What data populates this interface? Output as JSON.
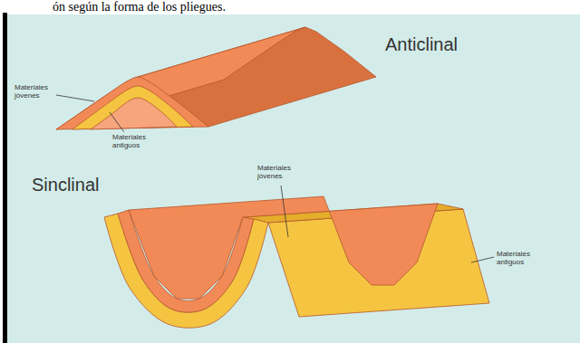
{
  "diagram": {
    "labels": [
      "ón según la forma de los pliegues.",
      "Anticlinal",
      "Materiales jóvenes",
      "Materiales antiguos",
      "Sinclinal",
      "Materiales jóvenes",
      "Materiales antiguos"
    ]
  }
}
